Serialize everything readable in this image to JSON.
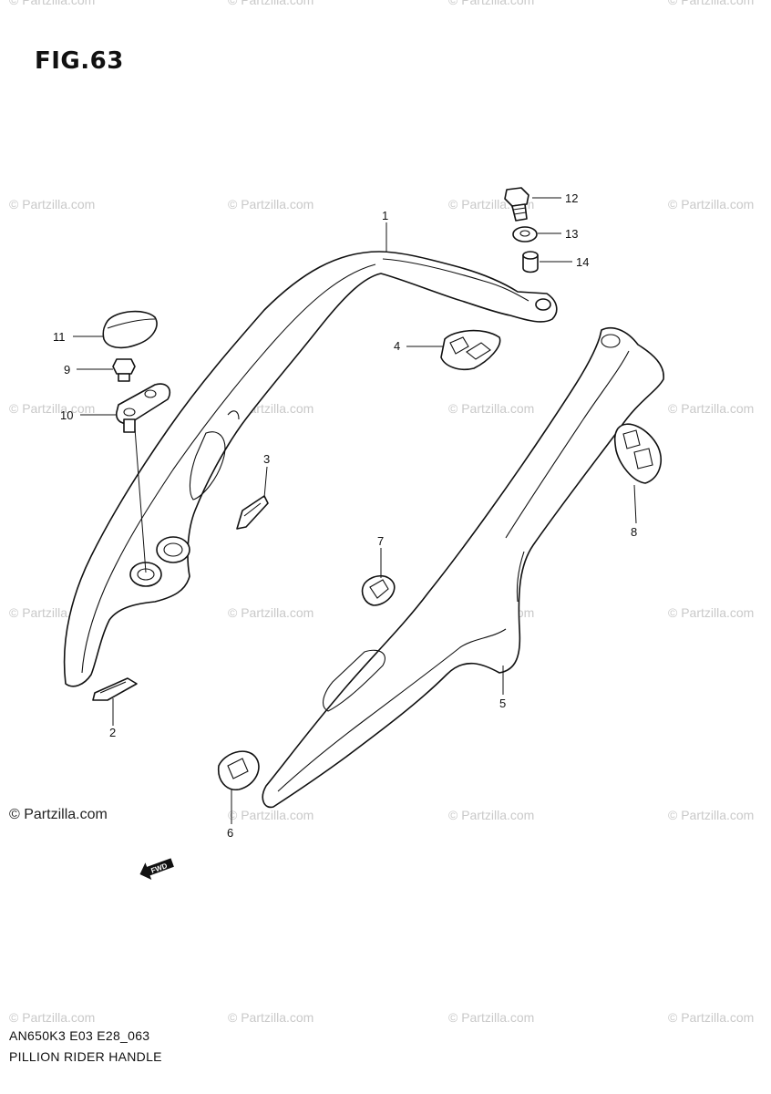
{
  "figure": {
    "title": "FIG.63"
  },
  "watermark": {
    "text": "© Partzilla.com"
  },
  "copyright": "© Partzilla.com",
  "footer": {
    "code": "AN650K3 E03 E28_063",
    "name": "PILLION RIDER HANDLE"
  },
  "callouts": [
    "1",
    "2",
    "3",
    "4",
    "5",
    "6",
    "7",
    "8",
    "9",
    "10",
    "11",
    "12",
    "13",
    "14"
  ],
  "direction_arrow": {
    "text": "FWD",
    "icon": "forward-arrow-icon"
  }
}
